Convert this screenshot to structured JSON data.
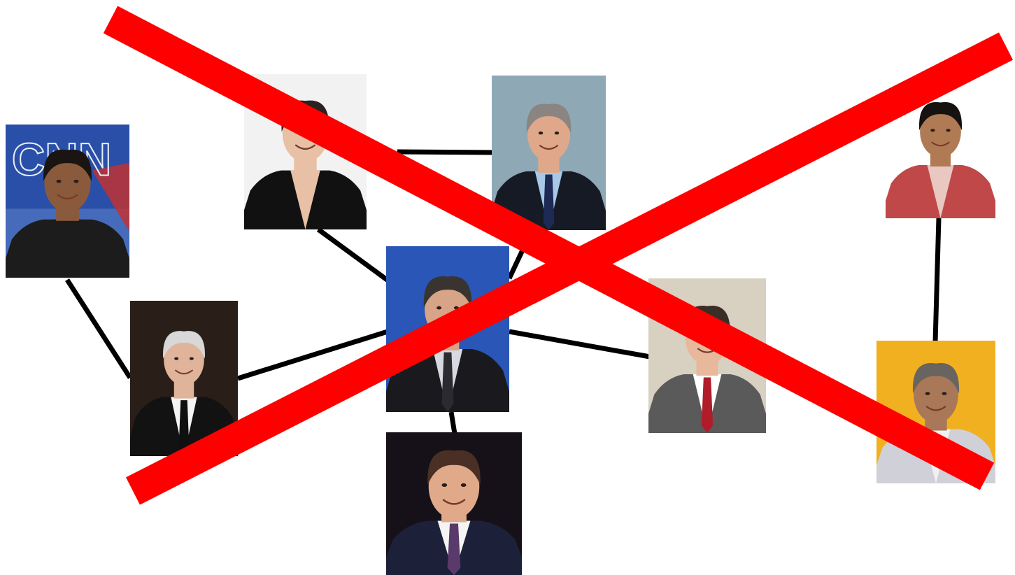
{
  "diagram": {
    "type": "social-network",
    "nodes": [
      {
        "id": "gupta",
        "icon": "cnn-host-photo",
        "backdrop": "#2a4fa8",
        "skin": "#8a5a3c",
        "hair": "#1a1512",
        "suit": "#1c1c1c",
        "shirt": "#1c1c1c",
        "tie": "none",
        "logo": "CNN"
      },
      {
        "id": "maddow",
        "icon": "host-photo",
        "backdrop": "#f2f2f2",
        "skin": "#e8c0a6",
        "hair": "#2a2220",
        "suit": "#111111",
        "shirt": "#e8c0a6",
        "tie": "none"
      },
      {
        "id": "oreilly",
        "icon": "host-photo",
        "backdrop": "#8fa8b6",
        "skin": "#e0a88a",
        "hair": "#8a8580",
        "suit": "#161a24",
        "shirt": "#a8c8e8",
        "tie": "#1e2a55"
      },
      {
        "id": "dutt",
        "icon": "host-photo",
        "backdrop": "#ffffff",
        "skin": "#b07a54",
        "hair": "#161210",
        "suit": "#c04848",
        "shirt": "#e8c8c0",
        "tie": "none"
      },
      {
        "id": "cooper",
        "icon": "host-photo",
        "backdrop": "#2a1e18",
        "skin": "#e0b49a",
        "hair": "#d8d8d8",
        "suit": "#121212",
        "shirt": "#f4f4f4",
        "tie": "#101010"
      },
      {
        "id": "stewart",
        "icon": "central-host-photo",
        "backdrop": "#2a56b8",
        "skin": "#d8a488",
        "hair": "#3a3430",
        "suit": "#1a1a1e",
        "shirt": "#d8d8e0",
        "tie": "#2a2a30"
      },
      {
        "id": "king",
        "icon": "host-photo",
        "backdrop": "#d8d0c0",
        "skin": "#e8b89c",
        "hair": "#3a2e26",
        "suit": "#5a5a5a",
        "shirt": "#ffffff",
        "tie": "#b01c2a"
      },
      {
        "id": "sardesai",
        "icon": "host-photo",
        "backdrop": "#f0b020",
        "skin": "#a87858",
        "hair": "#6a6460",
        "suit": "#d0d0d8",
        "shirt": "#f0f0f0",
        "tie": "none"
      },
      {
        "id": "williams",
        "icon": "host-photo",
        "backdrop": "#161018",
        "skin": "#e0aa8a",
        "hair": "#4a3024",
        "suit": "#1c2038",
        "shirt": "#f4f4f4",
        "tie": "#5a3a6a"
      }
    ],
    "edges": [
      {
        "from": "maddow",
        "to": "oreilly"
      },
      {
        "from": "maddow",
        "to": "stewart"
      },
      {
        "from": "oreilly",
        "to": "stewart"
      },
      {
        "from": "gupta",
        "to": "cooper"
      },
      {
        "from": "cooper",
        "to": "stewart"
      },
      {
        "from": "stewart",
        "to": "king"
      },
      {
        "from": "stewart",
        "to": "williams"
      },
      {
        "from": "dutt",
        "to": "sardesai"
      }
    ],
    "edge_color": "#000000",
    "overlay": {
      "icon": "cross-out-x",
      "color": "#ff0000"
    }
  }
}
